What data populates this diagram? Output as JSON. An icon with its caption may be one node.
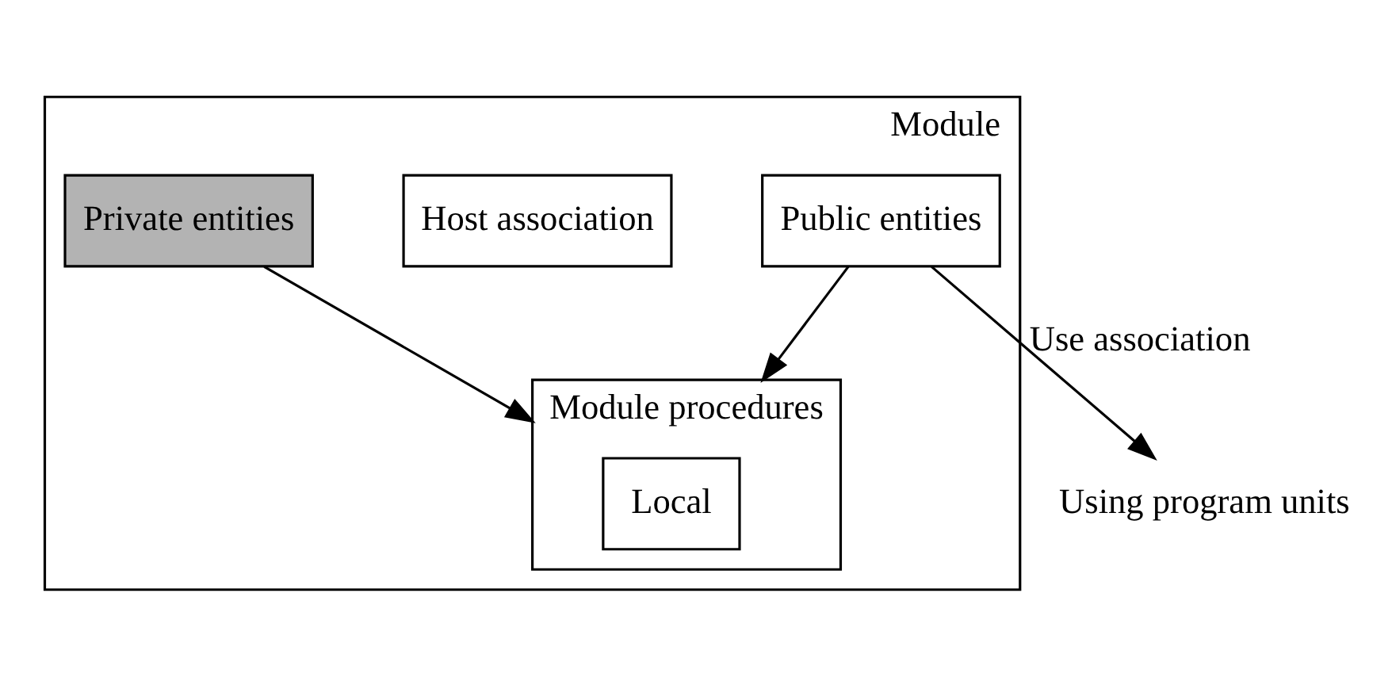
{
  "diagram": {
    "nodes": [
      {
        "text": [
          "Module"
        ]
      },
      {
        "text": [
          "Public entities"
        ],
        "in": 0
      },
      {
        "text": [
          "Host association"
        ],
        "in": 0
      },
      {
        "text": [
          "Private entities"
        ],
        "in": 0
      },
      {
        "text": [
          "Module procedures"
        ],
        "in": 0
      },
      {
        "text": [
          "Local"
        ],
        "in": 4
      },
      {
        "text": [
          "Using program units"
        ]
      }
    ],
    "edges": [
      {
        "from": 1,
        "to": 6,
        "arrow": "to",
        "label": "Use association"
      },
      {
        "from": 1,
        "to": 4,
        "arrow": "to"
      },
      {
        "from": 3,
        "to": 4,
        "arrow": "to"
      }
    ]
  }
}
